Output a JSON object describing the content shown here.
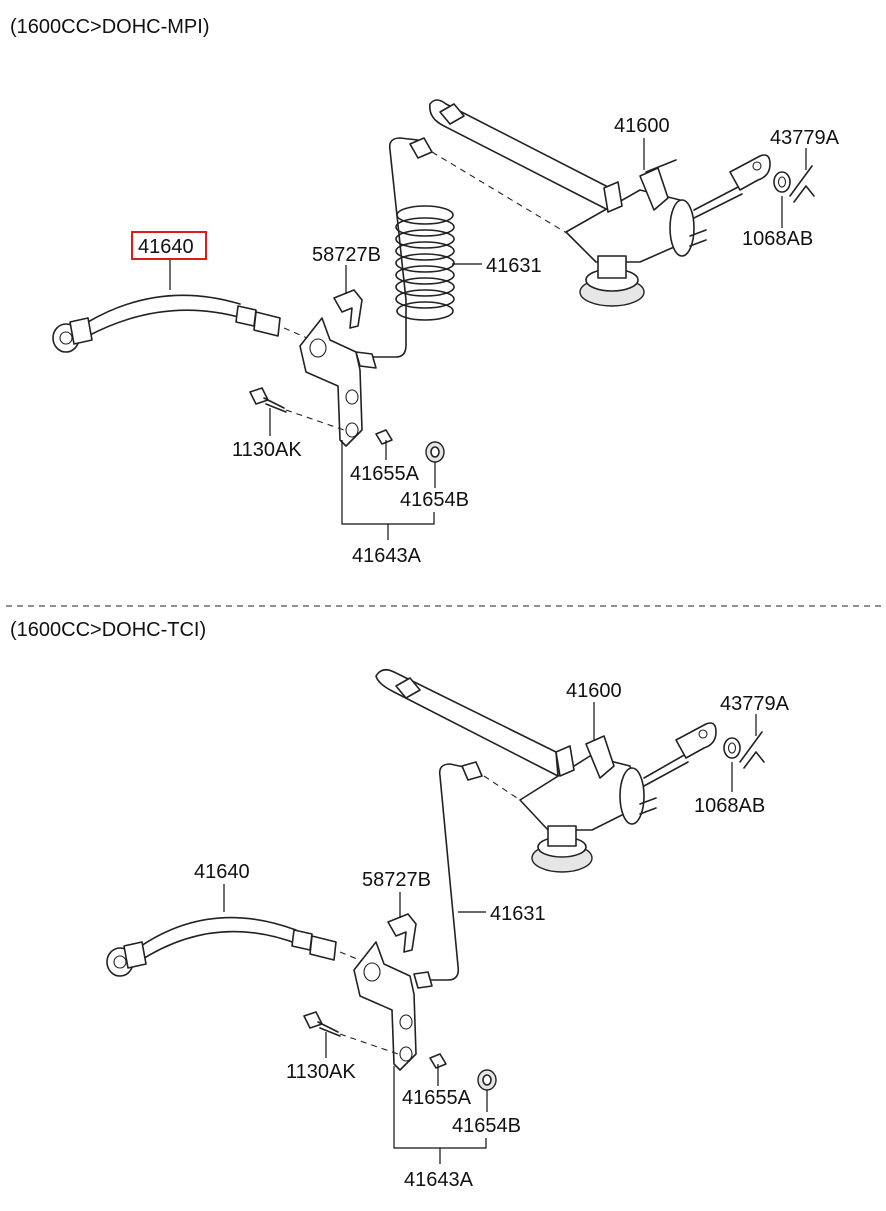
{
  "sections": [
    {
      "title": "(1600CC>DOHC-MPI)",
      "labels": {
        "p41600": "41600",
        "p43779A": "43779A",
        "p1068AB": "1068AB",
        "p41640": "41640",
        "p58727B": "58727B",
        "p41631": "41631",
        "p1130AK": "1130AK",
        "p41655A": "41655A",
        "p41654B": "41654B",
        "p41643A": "41643A"
      },
      "highlighted": "41640"
    },
    {
      "title": "(1600CC>DOHC-TCI)",
      "labels": {
        "p41600": "41600",
        "p43779A": "43779A",
        "p1068AB": "1068AB",
        "p41640": "41640",
        "p58727B": "58727B",
        "p41631": "41631",
        "p1130AK": "1130AK",
        "p41655A": "41655A",
        "p41654B": "41654B",
        "p41643A": "41643A"
      }
    }
  ],
  "colors": {
    "highlight": "#e0191b",
    "line": "#222222"
  }
}
